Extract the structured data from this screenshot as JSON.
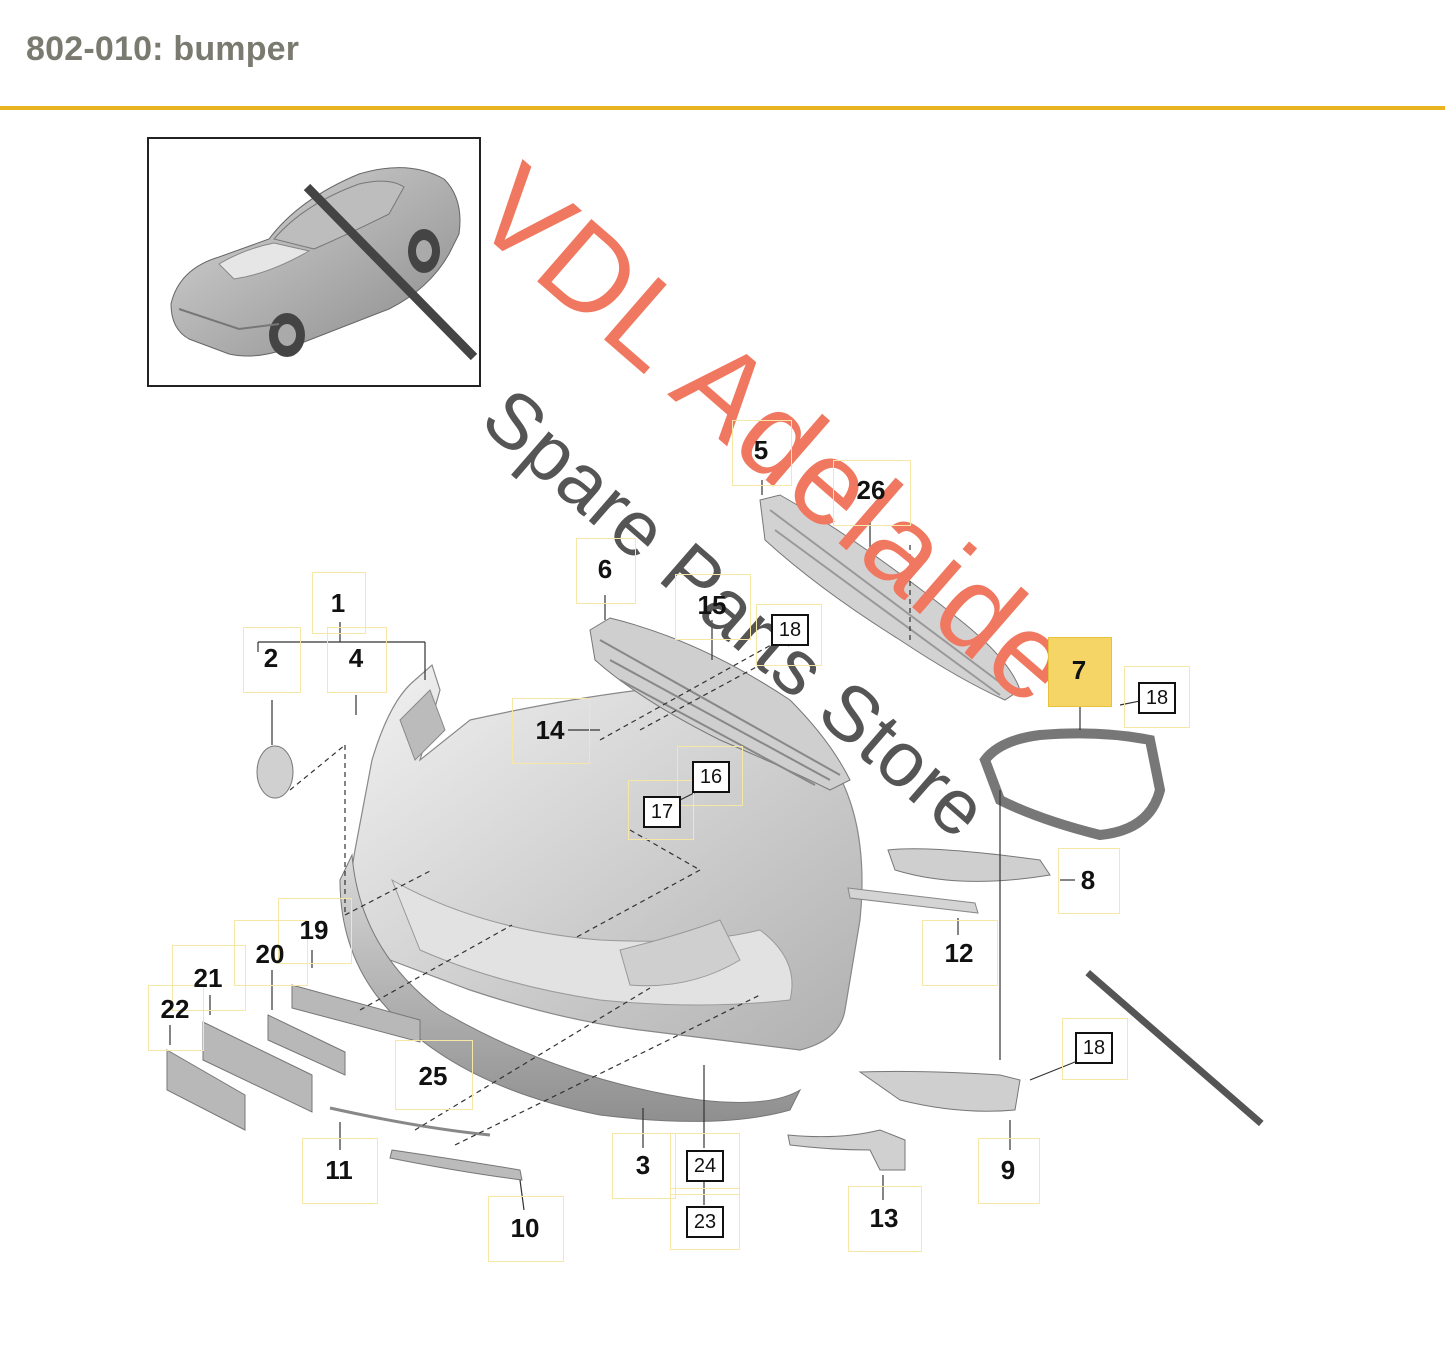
{
  "header": {
    "title": "802-010: bumper"
  },
  "watermark": {
    "line1": "VDL Adelaide",
    "line2": "Spare Parts Store"
  },
  "callouts": {
    "c1": "1",
    "c2": "2",
    "c3": "3",
    "c4": "4",
    "c5": "5",
    "c6": "6",
    "c7": "7",
    "c8": "8",
    "c9": "9",
    "c10": "10",
    "c11": "11",
    "c12": "12",
    "c13": "13",
    "c14": "14",
    "c15": "15",
    "c16": "16",
    "c17": "17",
    "c18": "18",
    "c19": "19",
    "c20": "20",
    "c21": "21",
    "c22": "22",
    "c23": "23",
    "c24": "24",
    "c25": "25",
    "c26": "26"
  },
  "colors": {
    "accent_rule": "#e8b520",
    "highlight": "#f5d565",
    "watermark_red": "#f07860",
    "watermark_gray": "#555555"
  },
  "highlighted_part": "7"
}
